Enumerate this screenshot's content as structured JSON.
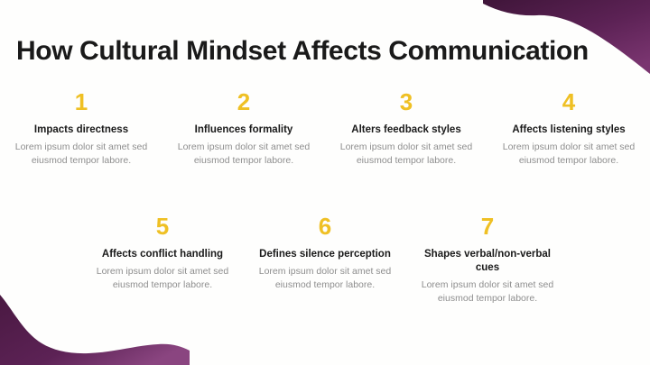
{
  "slide": {
    "title": "How Cultural Mindset Affects Communication",
    "background_color": "#FEFEFD",
    "accent_color": "#EFC024",
    "decor_color": "#4E1D48",
    "heading_color": "#1A1A1A",
    "body_color": "#8E8E8E"
  },
  "items": [
    {
      "number": "1",
      "heading": "Impacts directness",
      "body": "Lorem ipsum dolor sit amet sed eiusmod tempor labore."
    },
    {
      "number": "2",
      "heading": "Influences formality",
      "body": "Lorem ipsum dolor sit amet sed eiusmod tempor labore."
    },
    {
      "number": "3",
      "heading": "Alters feedback styles",
      "body": "Lorem ipsum dolor sit amet sed eiusmod tempor labore."
    },
    {
      "number": "4",
      "heading": "Affects listening styles",
      "body": "Lorem ipsum dolor sit amet sed eiusmod tempor labore."
    },
    {
      "number": "5",
      "heading": "Affects conflict handling",
      "body": "Lorem ipsum dolor sit amet sed eiusmod tempor labore."
    },
    {
      "number": "6",
      "heading": "Defines silence perception",
      "body": "Lorem ipsum dolor sit amet sed eiusmod tempor labore."
    },
    {
      "number": "7",
      "heading": "Shapes verbal/non-verbal cues",
      "body": "Lorem ipsum dolor sit amet sed eiusmod tempor labore."
    }
  ]
}
